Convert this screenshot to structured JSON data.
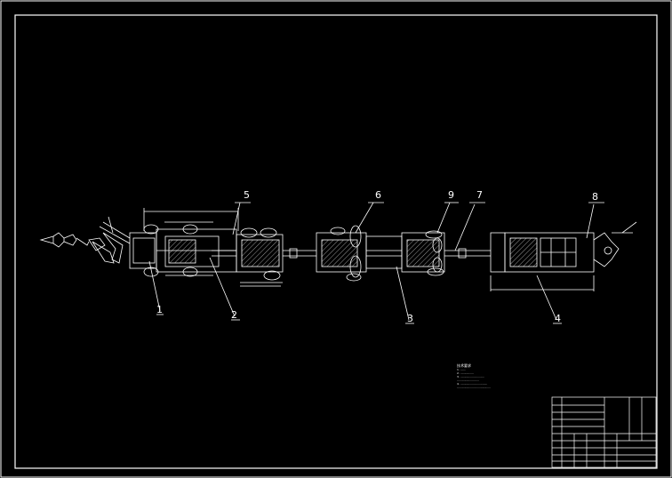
{
  "drawing": {
    "background": "#000000",
    "line_color": "#ffffff",
    "callouts": [
      "1",
      "2",
      "3",
      "4",
      "5",
      "6",
      "9",
      "7",
      "8"
    ],
    "notes_title": "技术要求",
    "notes_lines": [
      "1. ......",
      "2. ................",
      "3. ............................",
      "   ..........................",
      "4. ................................",
      "   ........................................"
    ]
  }
}
